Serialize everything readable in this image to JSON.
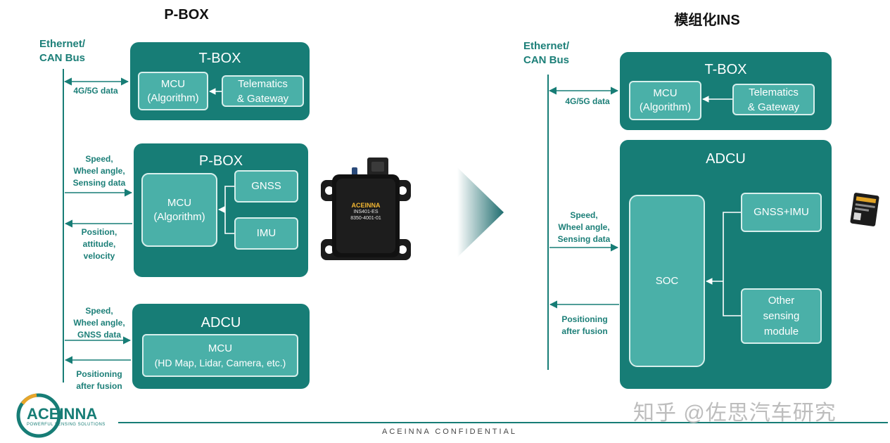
{
  "left": {
    "title": "P-BOX",
    "bus_label": [
      "Ethernet/",
      "CAN Bus"
    ],
    "tbox": {
      "title": "T-BOX",
      "mcu": [
        "MCU",
        "(Algorithm)"
      ],
      "telematics": [
        "Telematics",
        "& Gateway"
      ],
      "link_label": "4G/5G data"
    },
    "pbox": {
      "title": "P-BOX",
      "mcu": [
        "MCU",
        "(Algorithm)"
      ],
      "gnss": "GNSS",
      "imu": "IMU",
      "in_label": [
        "Speed,",
        "Wheel angle,",
        "Sensing data"
      ],
      "out_label": [
        "Position,",
        "attitude,",
        "velocity"
      ]
    },
    "adcu": {
      "title": "ADCU",
      "mcu": [
        "MCU",
        "(HD Map, Lidar, Camera, etc.)"
      ],
      "in_label": [
        "Speed,",
        "Wheel angle,",
        "GNSS data"
      ],
      "out_label": [
        "Positioning",
        "after fusion"
      ]
    },
    "device_label": [
      "ACEINNA",
      "INS401-ES",
      "8350-4001-01"
    ]
  },
  "right": {
    "title": "模组化INS",
    "bus_label": [
      "Ethernet/",
      "CAN Bus"
    ],
    "tbox": {
      "title": "T-BOX",
      "mcu": [
        "MCU",
        "(Algorithm)"
      ],
      "telematics": [
        "Telematics",
        "& Gateway"
      ],
      "link_label": "4G/5G data"
    },
    "adcu": {
      "title": "ADCU",
      "soc": "SOC",
      "gnss_imu": "GNSS+IMU",
      "other": [
        "Other",
        "sensing",
        "module"
      ],
      "in_label": [
        "Speed,",
        "Wheel angle,",
        "Sensing data"
      ],
      "out_label": [
        "Positioning",
        "after fusion"
      ]
    }
  },
  "footer": {
    "logo_text": "ACEINNA",
    "logo_tagline": "POWERFUL SENSING SOLUTIONS",
    "confidential": "ACEINNA CONFIDENTIAL",
    "watermark": "知乎 @佐思汽车研究"
  },
  "colors": {
    "panel": "#177d76",
    "sub": "#4ab0a8",
    "text_accent": "#1c7f78"
  }
}
